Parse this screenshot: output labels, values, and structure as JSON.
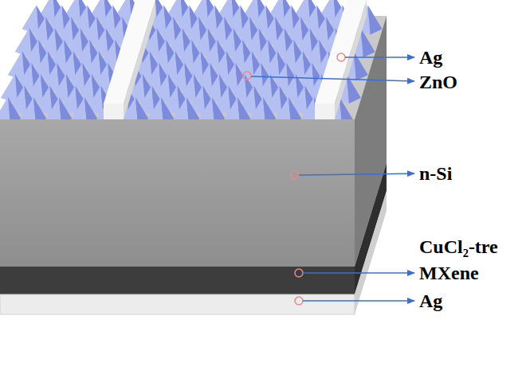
{
  "diagram": {
    "labels": [
      "Ag",
      "ZnO",
      "n-Si",
      "CuCl₂-tre",
      "MXene",
      "Ag"
    ]
  }
}
